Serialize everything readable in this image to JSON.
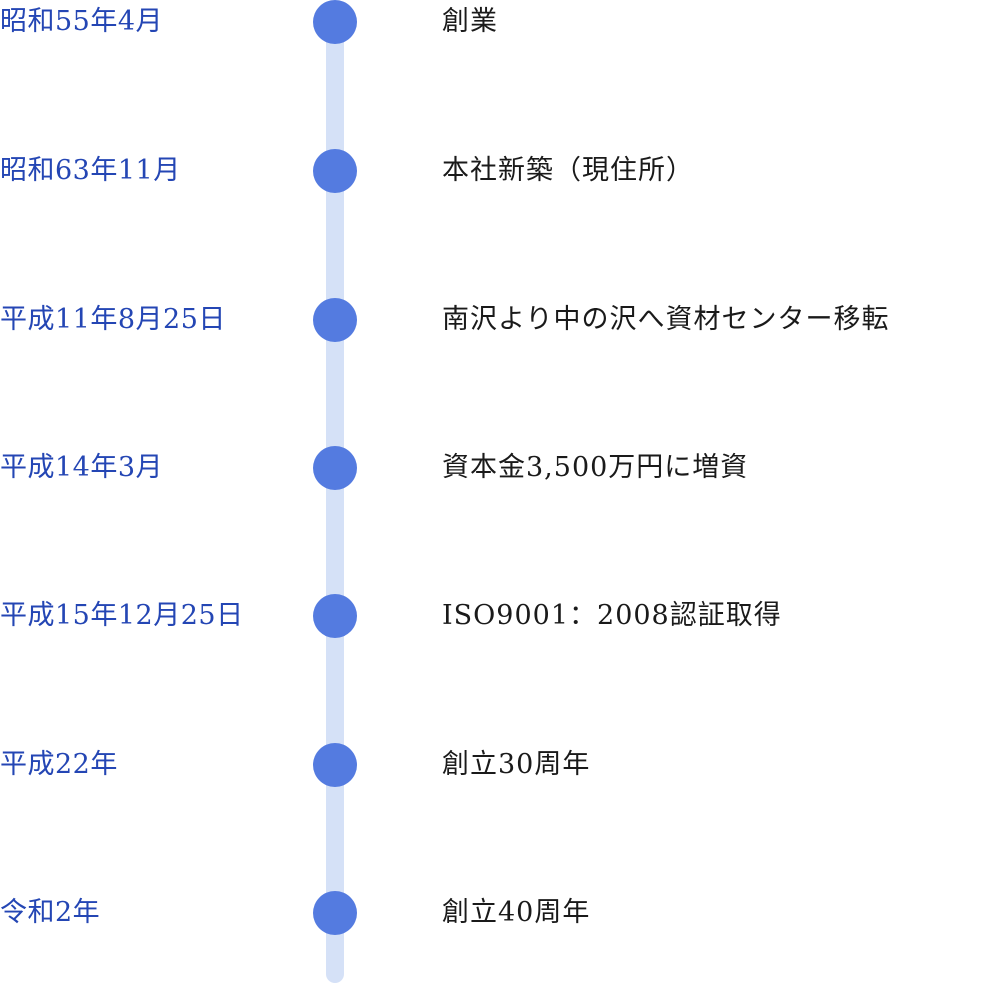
{
  "colors": {
    "date": "#2446b4",
    "dot": "#547be0",
    "line": "#d5e1f7",
    "event": "#1a1a1a"
  },
  "timeline": [
    {
      "date": "昭和55年4月",
      "event": "創業"
    },
    {
      "date": "昭和63年11月",
      "event": "本社新築（現住所）"
    },
    {
      "date": "平成11年8月25日",
      "event": "南沢より中の沢へ資材センター移転"
    },
    {
      "date": "平成14年3月",
      "event": "資本金3,500万円に増資"
    },
    {
      "date": "平成15年12月25日",
      "event": "ISO9001：2008認証取得"
    },
    {
      "date": "平成22年",
      "event": "創立30周年"
    },
    {
      "date": "令和2年",
      "event": "創立40周年"
    }
  ]
}
